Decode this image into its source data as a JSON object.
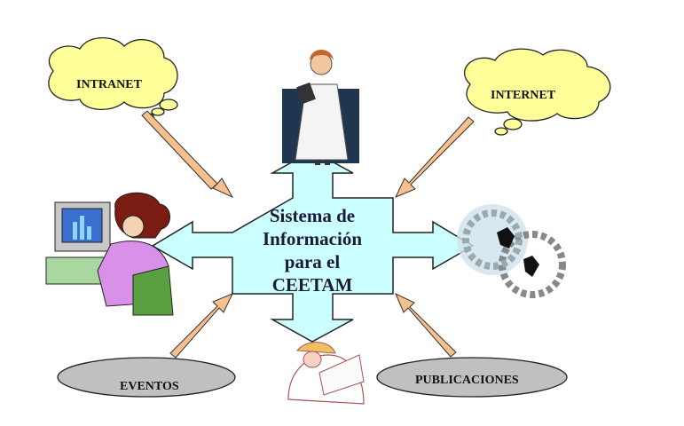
{
  "center": {
    "lines": [
      "Sistema de",
      "Información",
      "para el",
      "CEETAM"
    ]
  },
  "nodes": {
    "intranet": "INTRANET",
    "internet": "INTERNET",
    "eventos": "EVENTOS",
    "publicaciones": "PUBLICACIONES"
  },
  "colors": {
    "center_fill": "#ccffff",
    "cloud_fill": "#ffff99",
    "ellipse_fill": "#c0c0c0",
    "arrow_fill": "#f8c08c"
  }
}
